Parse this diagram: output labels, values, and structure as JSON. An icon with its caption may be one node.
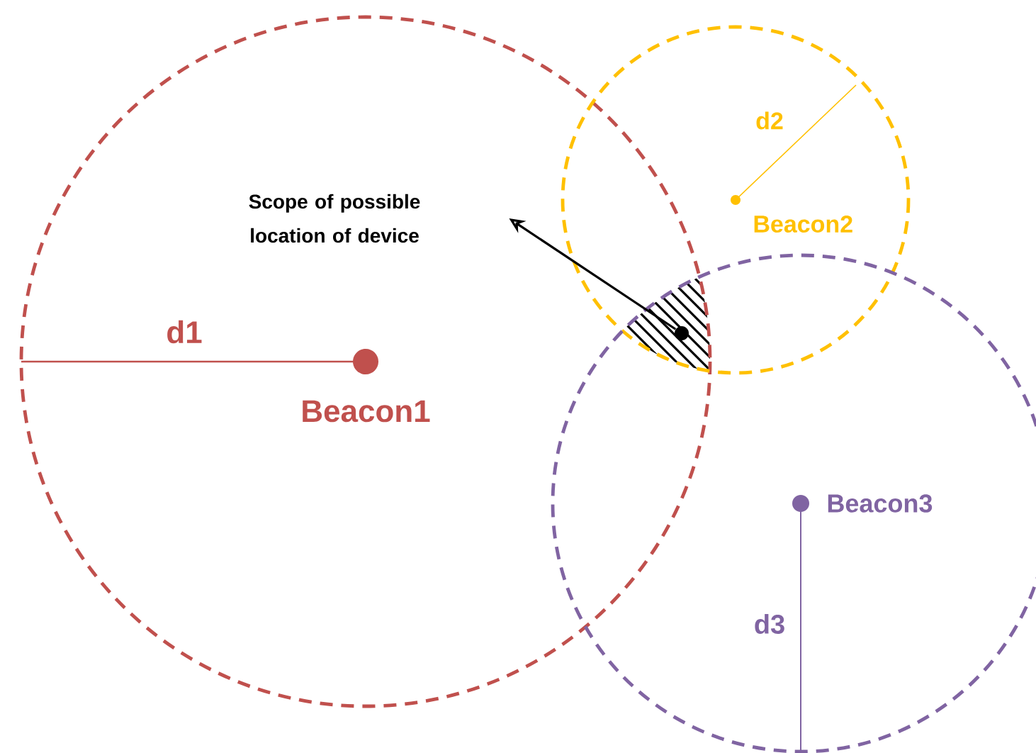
{
  "diagram": {
    "nodes": [
      {
        "text": [
          "Scope of possible location of device"
        ]
      },
      {
        "text": [],
        "shape": "circle"
      }
    ],
    "edges": [
      {
        "from": 1,
        "to": 0,
        "arrow": "to"
      }
    ],
    "labels": [
      "d1",
      "Beacon1",
      "d2",
      "Beacon2",
      "Beacon3",
      "d3"
    ]
  }
}
